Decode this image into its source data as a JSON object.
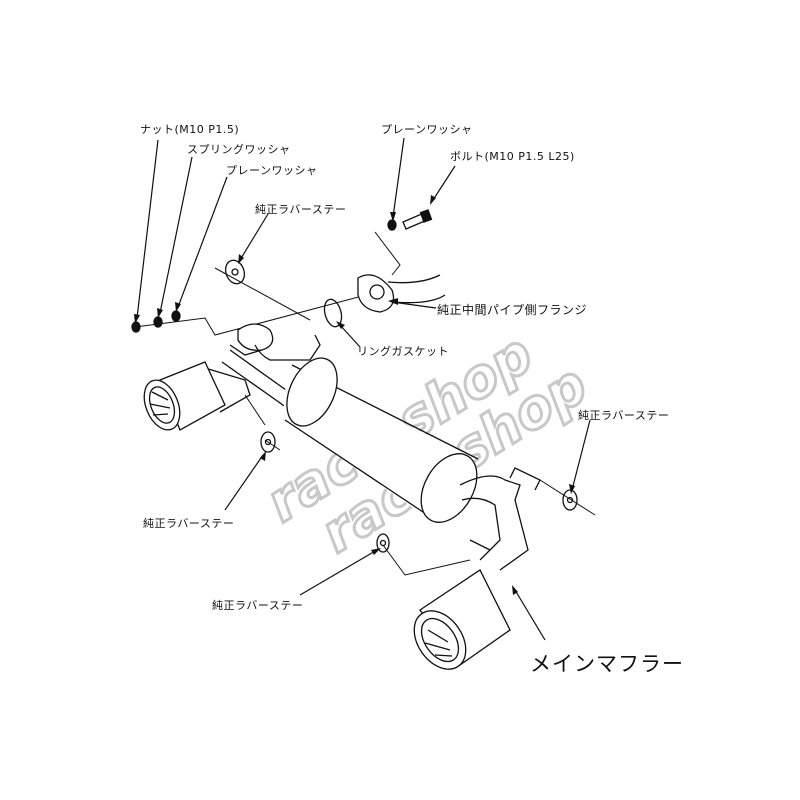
{
  "labels": {
    "nut": "ナット(M10 P1.5)",
    "spring_washer": "スプリングワッシャ",
    "plain_washer_left": "プレーンワッシャ",
    "rubber_stay_top": "純正ラバーステー",
    "plain_washer_right": "プレーンワッシャ",
    "bolt": "ボルト(M10 P1.5 L25)",
    "flange": "純正中間パイプ側フランジ",
    "ring_gasket": "リングガスケット",
    "rubber_stay_right": "純正ラバーステー",
    "rubber_stay_left": "純正ラバーステー",
    "rubber_stay_bottom": "純正ラバーステー",
    "main_muffler": "メインマフラー"
  },
  "watermark": "race-shop",
  "colors": {
    "line": "#111111",
    "watermark": "#c8c8c8"
  }
}
